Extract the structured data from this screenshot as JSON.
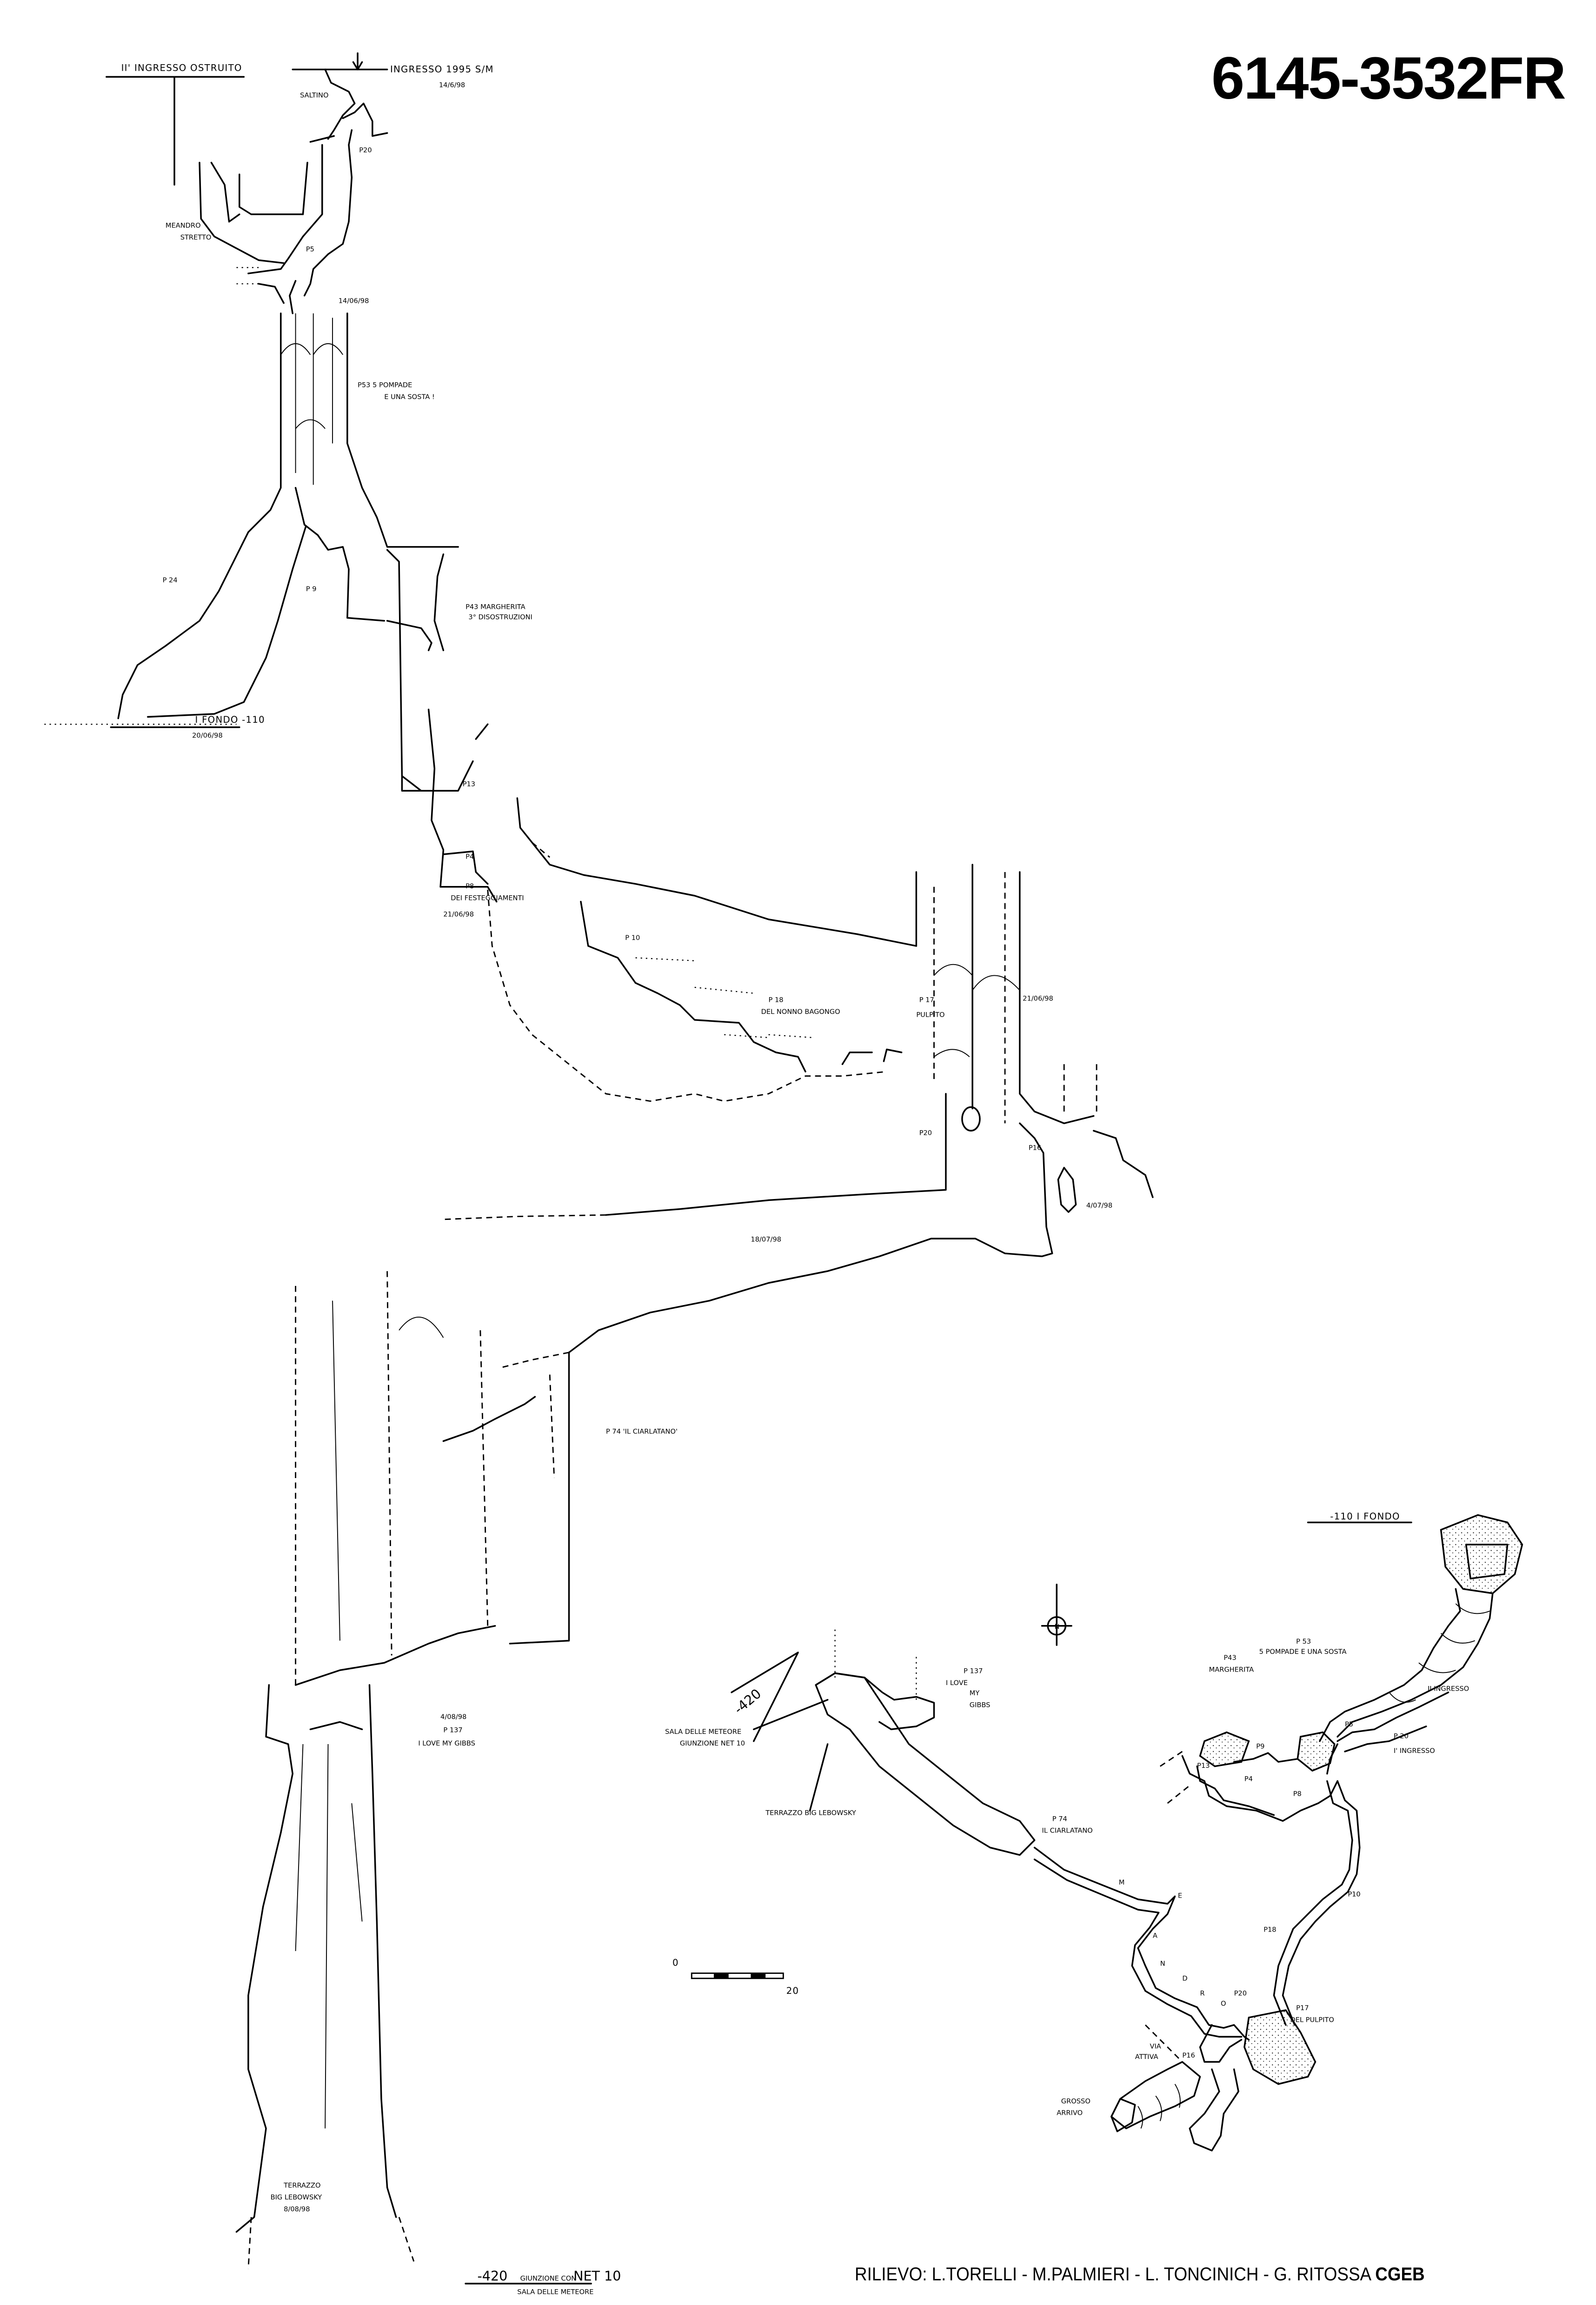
{
  "sheet": {
    "code": "6145-3532FR",
    "credits": "RILIEVO: L.TORELLI - M.PALMIERI - L. TONCINICH - G. RITOSSA",
    "club": "CGEB"
  },
  "profile": {
    "entrance_2": "II' INGRESSO OSTRUITO",
    "entrance_1": "INGRESSO 1995 S/M",
    "entrance_date": "14/6/98",
    "saltino": "SALTINO",
    "p20_top": "P20",
    "meandro": "MEANDRO",
    "stretto": "STRETTO",
    "p5": "P5",
    "date_p5": "14/06/98",
    "p53": "P53  5 POMPADE",
    "p53_sub": "E UNA SOSTA !",
    "p24": "P 24",
    "p9": "P 9",
    "p43": "P43  MARGHERITA",
    "p43_sub": "3° DISOSTRUZIONI",
    "fondo_1": "I FONDO  -110",
    "fondo_1_date": "20/06/98",
    "p13": "P13",
    "p4": "P4",
    "p8": "P8",
    "p8_sub": "DEI FESTEGGIAMENTI",
    "date_p8": "21/06/98",
    "p10": "P 10",
    "p18": "P 18",
    "p18_sub": "DEL NONNO BAGONGO",
    "p17": "P 17",
    "p17_sub": "PULPITO",
    "date_p17": "21/06/98",
    "p20_low": "P20",
    "p16": "P16",
    "date_p16": "4/07/98",
    "date_gallery": "18/07/98",
    "p74": "P 74  'IL CIARLATANO'",
    "date_p137": "4/08/98",
    "p137": "P 137",
    "p137_sub": "I LOVE MY GIBBS",
    "terrazzo": "TERRAZZO",
    "terrazzo_sub": "BIG LEBOWSKY",
    "terrazzo_date": "8/08/98",
    "bottom_depth": "-420",
    "bottom_junction": "GIUNZIONE CON",
    "bottom_net": "NET 10",
    "bottom_room": "SALA DELLE METEORE"
  },
  "plan": {
    "fondo": "-110   I FONDO",
    "p53": "P 53",
    "p53_sub": "5 POMPADE E UNA SOSTA",
    "p43": "P43",
    "p43_sub": "MARGHERITA",
    "ingresso_2": "II INGRESSO",
    "p5": "P5",
    "p20": "P 20",
    "ingresso_1": "I' INGRESSO",
    "p9": "P9",
    "p13": "P13",
    "p4": "P4",
    "p8": "P8",
    "p10": "P10",
    "p18": "P18",
    "p20_low": "P20",
    "p17": "P17",
    "p17_sub": "DEL PULPITO",
    "via": "VIA",
    "attiva": "ATTIVA",
    "p16": "P16",
    "grosso": "GROSSO",
    "arrivo": "ARRIVO",
    "p137": "P 137",
    "love": "I LOVE",
    "my": "MY",
    "gibbs": "GIBBS",
    "depth": "-420",
    "sala": "SALA DELLE METEORE",
    "giunzione": "GIUNZIONE NET 10",
    "terrazzo": "TERRAZZO BIG LEBOWSKY",
    "p74": "P 74",
    "ciarlatano": "IL CIARLATANO",
    "meandro_letters": [
      "M",
      "E",
      "A",
      "N",
      "D",
      "R",
      "O"
    ],
    "north": "N",
    "scale_min": "0",
    "scale_max": "20"
  }
}
